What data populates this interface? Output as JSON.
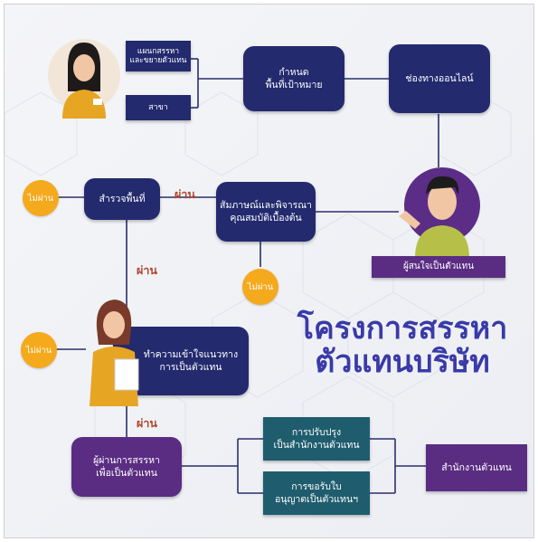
{
  "title": {
    "line1": "โครงการสรรหา",
    "line2": "ตัวแทนบริษัท"
  },
  "boxes": {
    "recruit_unit": "แผนกสรรหา\nและขยายตัวแทน",
    "branch": "สาขา",
    "target_area": "กำหนด\nพื้นที่เป้าหมาย",
    "online": "ช่องทางออนไลน์",
    "survey": "สำรวจพื้นที่",
    "interview": "สัมภาษณ์และพิจารณา\nคุณสมบัติเบื้องต้น",
    "interested": "ผู้สนใจเป็นตัวแทน",
    "orientation": "ทำความเข้าใจแนวทาง\nการเป็นตัวแทน",
    "passed_recruit": "ผู้ผ่านการสรรหา\nเพื่อเป็นตัวแทน",
    "upgrade_office": "การปรับปรุง\nเป็นสำนักงานตัวแทน",
    "license": "การขอรับใบ\nอนุญาตเป็นตัวแทนฯ",
    "agent_office": "สำนักงานตัวแทน"
  },
  "fail_labels": {
    "survey_fail": "ไม่ผ่าน",
    "interview_fail": "ไม่ผ่าน",
    "orientation_fail": "ไม่ผ่าน"
  },
  "pass_labels": {
    "survey_pass": "ผ่าน",
    "down_pass": "ผ่าน",
    "final_pass": "ผ่าน"
  },
  "colors": {
    "navy": "#232a6e",
    "purple": "#5a2d83",
    "teal": "#1f5d6e",
    "yellow": "#f5a91c",
    "title_blue": "#3a3aa8",
    "pass_red": "#b1442b"
  }
}
